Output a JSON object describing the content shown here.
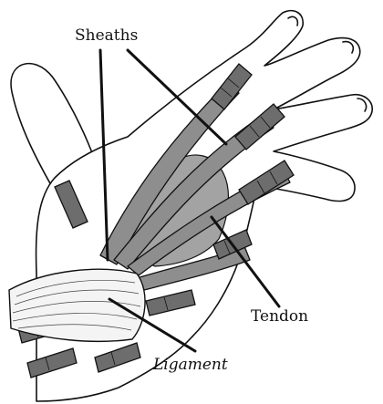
{
  "labels": {
    "sheaths": "Sheaths",
    "tendon": "Tendon",
    "ligament": "Ligament"
  },
  "colors": {
    "outline": "#111111",
    "tendon": "#8e8e8e",
    "sheath": "#6d6d6d",
    "background": "#ffffff"
  }
}
